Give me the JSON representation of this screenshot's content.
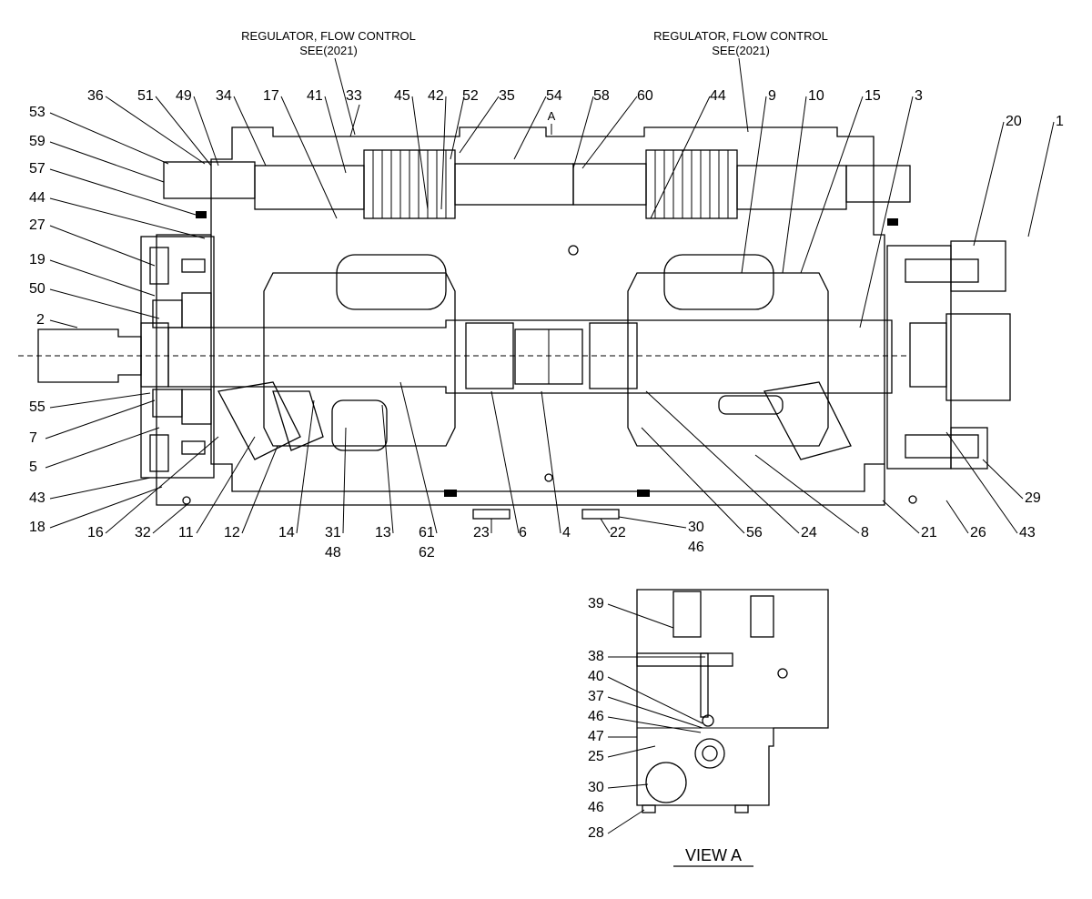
{
  "headers": {
    "regulator_left_1": "REGULATOR, FLOW CONTROL",
    "regulator_left_2": "SEE(2021)",
    "regulator_right_1": "REGULATOR, FLOW CONTROL",
    "regulator_right_2": "SEE(2021)",
    "section_mark": "A",
    "view_label": "VIEW  A"
  },
  "callouts_main": {
    "c53": "53",
    "c36": "36",
    "c51": "51",
    "c49": "49",
    "c34": "34",
    "c17": "17",
    "c41": "41",
    "c33": "33",
    "c45": "45",
    "c42": "42",
    "c52": "52",
    "c35": "35",
    "c54": "54",
    "c58": "58",
    "c60": "60",
    "c44t": "44",
    "c9": "9",
    "c10": "10",
    "c15": "15",
    "c3": "3",
    "c20": "20",
    "c1": "1",
    "c59": "59",
    "c57": "57",
    "c44": "44",
    "c27": "27",
    "c19": "19",
    "c50": "50",
    "c2": "2",
    "c55": "55",
    "c7": "7",
    "c5": "5",
    "c43l": "43",
    "c18": "18",
    "c16": "16",
    "c32": "32",
    "c11": "11",
    "c12": "12",
    "c14": "14",
    "c31": "31",
    "c48": "48",
    "c13": "13",
    "c61": "61",
    "c62": "62",
    "c23": "23",
    "c6": "6",
    "c4": "4",
    "c22": "22",
    "c30": "30",
    "c46": "46",
    "c56": "56",
    "c24": "24",
    "c8": "8",
    "c21": "21",
    "c26": "26",
    "c43r": "43",
    "c29": "29"
  },
  "callouts_view": {
    "v39": "39",
    "v38": "38",
    "v40": "40",
    "v37": "37",
    "v46a": "46",
    "v47": "47",
    "v25": "25",
    "v30": "30",
    "v46b": "46",
    "v28": "28"
  }
}
